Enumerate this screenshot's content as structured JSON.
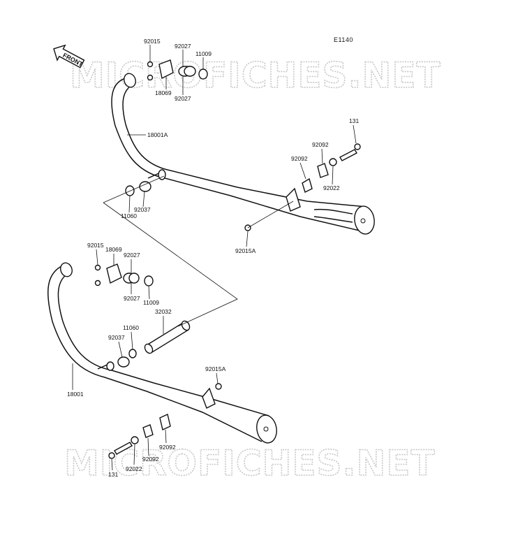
{
  "diagram_code": "E1140",
  "front_label": "FRONT",
  "watermark": "MICROFICHES.NET",
  "labels": {
    "u_92015": "92015",
    "u_92027a": "92027",
    "u_11009": "11009",
    "u_18069": "18069",
    "u_92027b": "92027",
    "u_18001A": "18001A",
    "u_131": "131",
    "u_92092a": "92092",
    "u_92092b": "92092",
    "u_92022": "92022",
    "u_92037": "92037",
    "u_11060": "11060",
    "u_92015A": "92015A",
    "l_92015": "92015",
    "l_18069": "18069",
    "l_92027a": "92027",
    "l_92027b": "92027",
    "l_11009": "11009",
    "l_32032": "32032",
    "l_11060": "11060",
    "l_92037": "92037",
    "l_92015A": "92015A",
    "l_18001": "18001",
    "l_92092a": "92092",
    "l_92092b": "92092",
    "l_92022": "92022",
    "l_131": "131"
  }
}
